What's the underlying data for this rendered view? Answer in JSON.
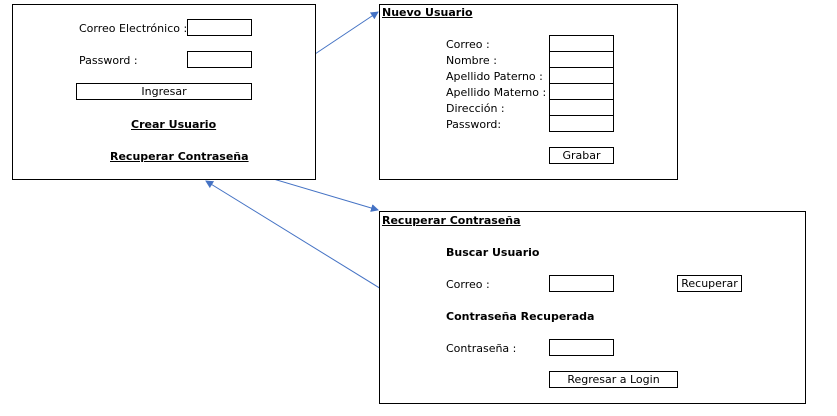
{
  "login": {
    "email_label": "Correo Electrónico :",
    "password_label": "Password :",
    "login_button": "Ingresar",
    "create_user_link": "Crear Usuario",
    "recover_link": "Recuperar Contraseña"
  },
  "new_user": {
    "title": "Nuevo Usuario",
    "fields": [
      "Correo :",
      "Nombre :",
      "Apellido Paterno :",
      "Apellido Materno :",
      "Dirección :",
      "Password:"
    ],
    "save_button": "Grabar"
  },
  "recover": {
    "title": "Recuperar Contraseña",
    "search_heading": "Buscar Usuario",
    "email_label": "Correo :",
    "recover_button": "Recuperar",
    "recovered_heading": "Contraseña Recuperada",
    "password_label": "Contraseña :",
    "back_button": "Regresar a Login"
  },
  "colors": {
    "arrow": "#4472c4"
  }
}
